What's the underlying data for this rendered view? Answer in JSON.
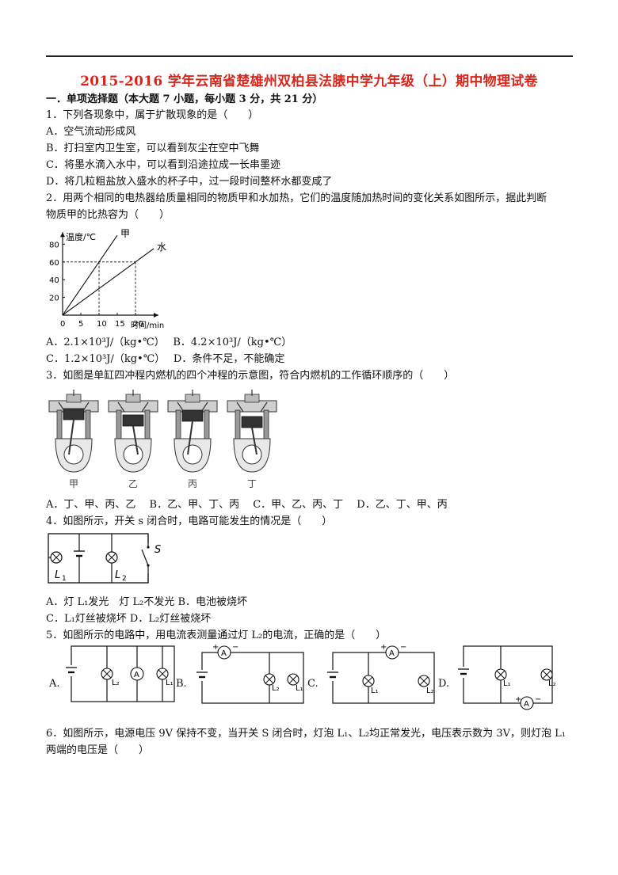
{
  "doc_title": "2015-2016 学年云南省楚雄州双柏县法脿中学九年级（上）期中物理试卷",
  "section": "一．单项选择题（本大题 7 小题，每小题 3 分，共 21 分）",
  "q1": {
    "stem": "1．下列各现象中，属于扩散现象的是（　　）",
    "A": "A．空气流动形成风",
    "B": "B．打扫室内卫生室，可以看到灰尘在空中飞舞",
    "C": "C．将墨水滴入水中，可以看到沿途拉成一长串墨迹",
    "D": "D．将几粒粗盐放入盛水的杯子中，过一段时间整杯水都变咸了"
  },
  "q2": {
    "stem1": "2．用两个相同的电热器给质量相同的物质甲和水加热，它们的温度随加热时间的变化关系如图所示，据此判断",
    "stem2": "物质甲的比热容为（　　）",
    "optAB": "A．2.1×10³J/（kg•℃）　 B．4.2×10³J/（kg•℃）",
    "optCD": "C．1.2×10³J/（kg•℃）　 D．条件不足，不能确定"
  },
  "chart_data": {
    "type": "line",
    "ylabel": "温度/℃",
    "xlabel": "时间/min",
    "x_ticks": [
      0,
      5,
      10,
      15,
      20
    ],
    "y_ticks": [
      20,
      40,
      60,
      80
    ],
    "xlim": [
      0,
      25
    ],
    "ylim": [
      0,
      90
    ],
    "series": [
      {
        "name": "甲",
        "x": [
          0,
          10,
          15
        ],
        "y": [
          0,
          60,
          90
        ]
      },
      {
        "name": "水",
        "x": [
          0,
          20,
          25
        ],
        "y": [
          0,
          60,
          75
        ]
      }
    ]
  },
  "q3": {
    "stem": "3．如图是单缸四冲程内燃机的四个冲程的示意图，符合内燃机的工作循环顺序的（　　）",
    "labels": [
      "甲",
      "乙",
      "丙",
      "丁"
    ],
    "options": "A．丁、甲、丙、乙　 B．乙、甲、丁、丙　 C．甲、乙、丙、丁　 D．乙、丁、甲、丙"
  },
  "q4": {
    "stem": "4．如图所示，开关 s 闭合时，电路可能发生的情况是（　　）",
    "L1": "L",
    "L1sub": "1",
    "L2": "L",
    "L2sub": "2",
    "S": "S",
    "optAB": "A．灯 L₁发光　灯 L₂不发光 B．电池被烧坏",
    "optCD": "C．L₁灯丝被烧坏 D．L₂灯丝被烧坏"
  },
  "q5": {
    "stem": "5．如图所示的电路中，用电流表测量通过灯 L₂的电流，正确的是（　　）",
    "A": "A.",
    "B": "B.",
    "C": "C.",
    "D": "D.",
    "ammeter": "A",
    "L1": "L₁",
    "L2": "L₂",
    "plus": "+",
    "minus": "−"
  },
  "q6": {
    "line1": "6．如图所示，电源电压 9V 保持不变，当开关 S 闭合时，灯泡 L₁、L₂均正常发光，电压表示数为 3V，则灯泡 L₁",
    "line2": "两端的电压是（　　）"
  }
}
